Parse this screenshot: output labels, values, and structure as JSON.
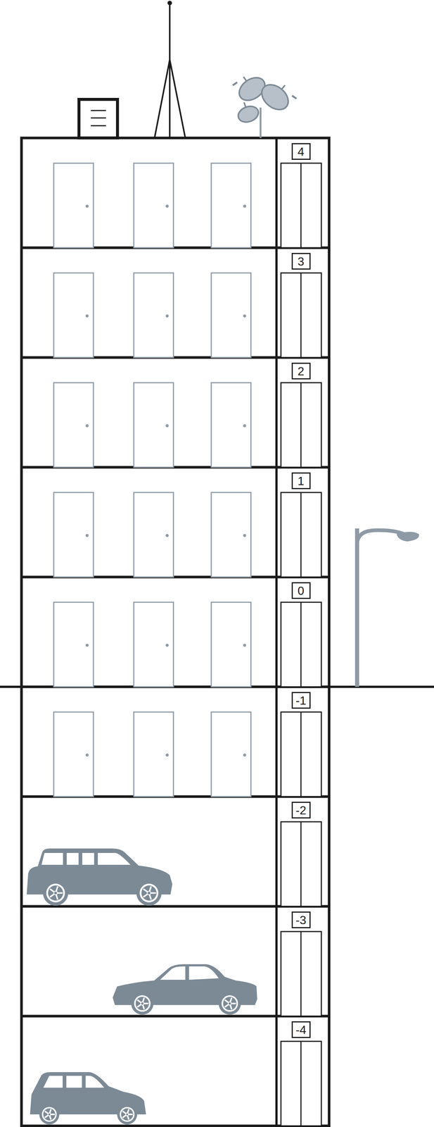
{
  "diagram": {
    "nodes": [
      {
        "text": [
          "4"
        ]
      },
      {
        "text": [
          "3"
        ]
      },
      {
        "text": [
          "2"
        ]
      },
      {
        "text": [
          "1"
        ]
      },
      {
        "text": [
          "0"
        ]
      },
      {
        "text": [
          "-1"
        ]
      },
      {
        "text": [
          "-2"
        ]
      },
      {
        "text": [
          "-3"
        ]
      },
      {
        "text": [
          "-4"
        ]
      }
    ]
  }
}
